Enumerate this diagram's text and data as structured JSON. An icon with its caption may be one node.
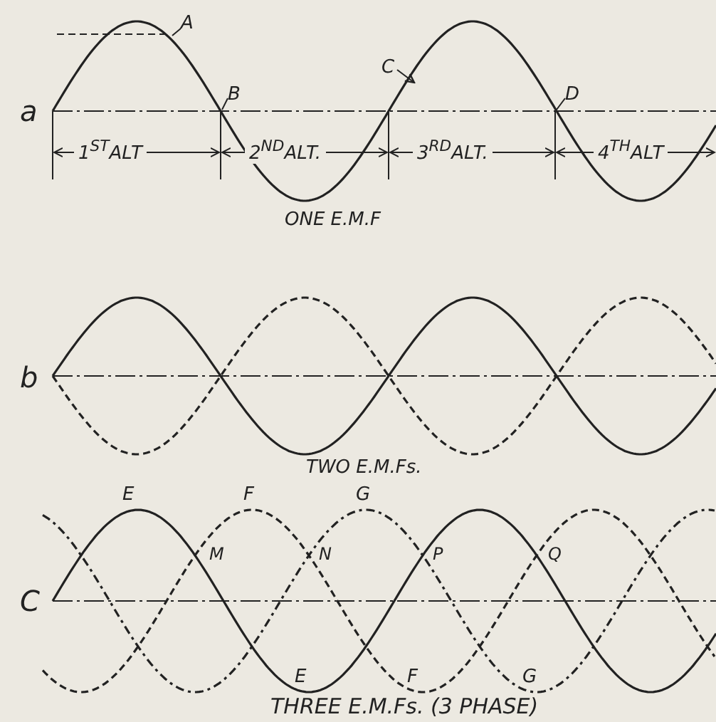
{
  "diagram": {
    "nodes": [
      {
        "text": [
          "A"
        ]
      },
      {
        "text": [
          "B"
        ]
      },
      {
        "text": [
          "C"
        ]
      },
      {
        "text": [
          "D"
        ]
      }
    ],
    "edges": [
      {
        "from": 0,
        "to": null,
        "arrow": "none"
      },
      {
        "from": 1,
        "to": null,
        "arrow": "none"
      },
      {
        "from": 2,
        "to": null,
        "arrow": "to"
      },
      {
        "from": 3,
        "to": null,
        "arrow": "none"
      }
    ],
    "labels": [
      "a",
      "1$^{ST}$ALT",
      "2$^{ND}$ALT.",
      "3$^{RD}$ALT.",
      "4$^{TH}$ALT",
      "ONE E.M.F",
      "b",
      "TWO E.M.Fs.",
      "C",
      "E",
      "F",
      "G",
      "M",
      "N",
      "P",
      "Q",
      "E",
      "F",
      "G",
      "THREE E.M.Fs. (3 PHASE)"
    ]
  }
}
